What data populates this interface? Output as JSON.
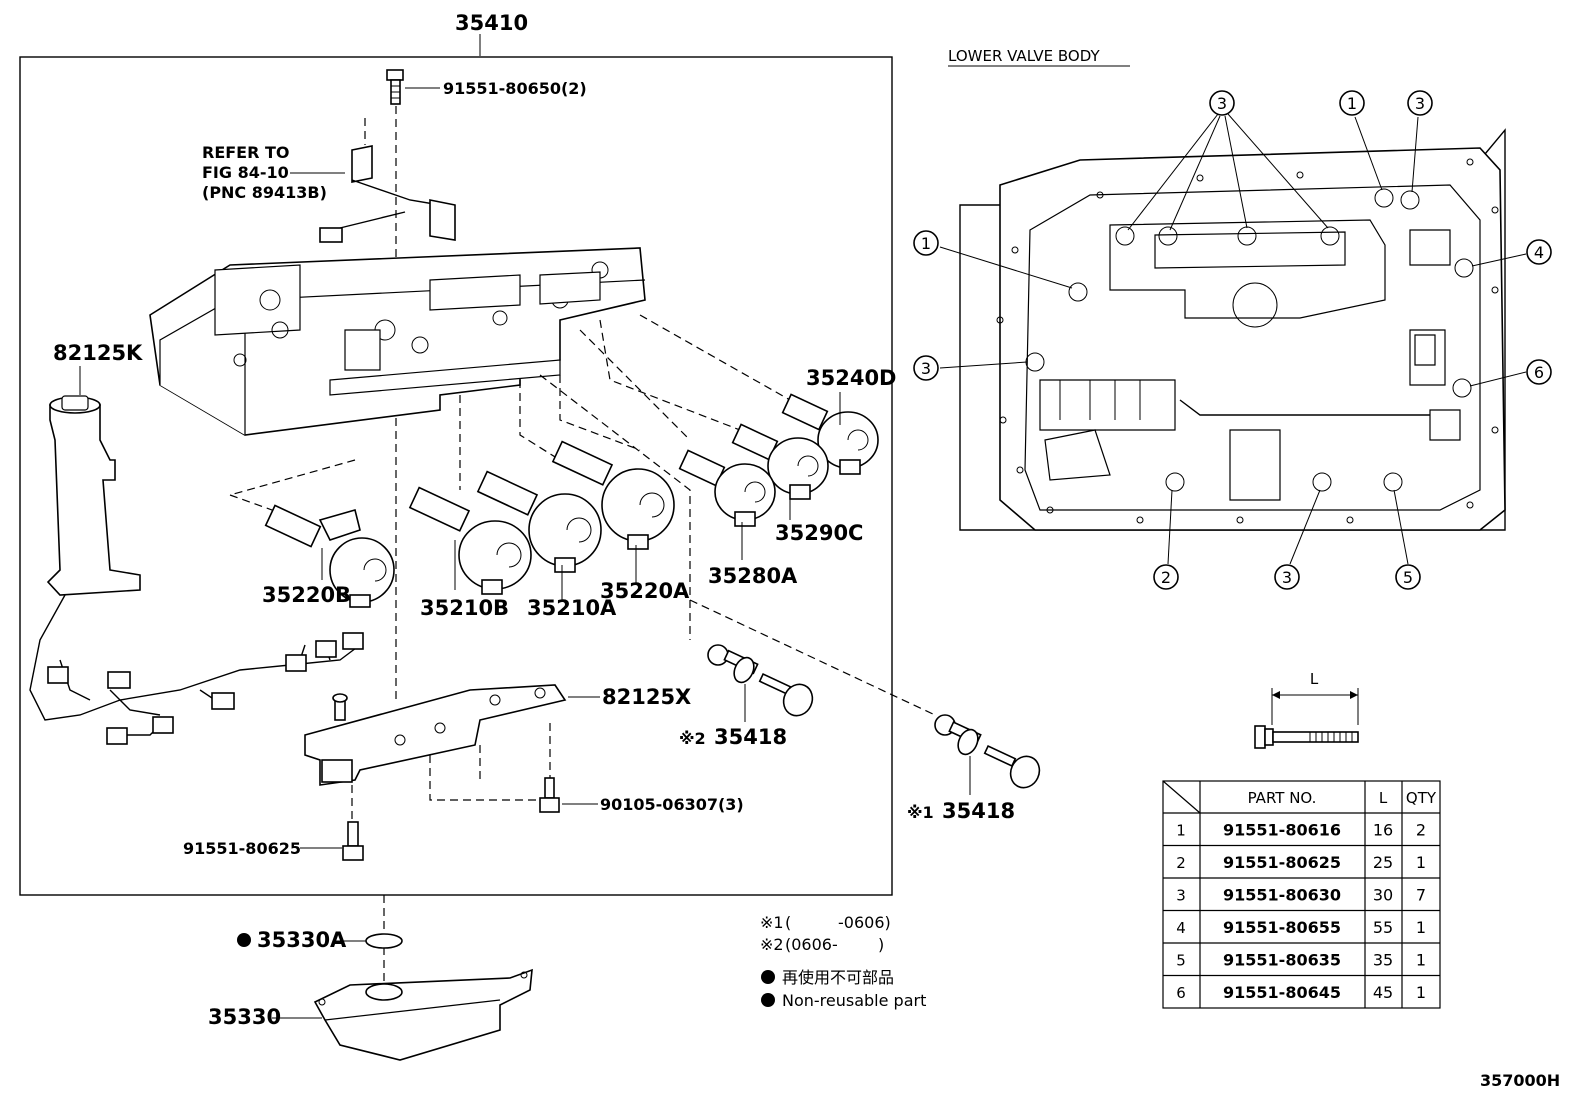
{
  "diagram_id": "357000H",
  "assembly_label": "35410",
  "lower_section_title": "LOWER VALVE BODY",
  "refer_note": {
    "line1": "REFER TO",
    "line2": "FIG 84-10",
    "line3": "(PNC 89413B)"
  },
  "parts": {
    "bolt_top": "91551-80650(2)",
    "harness": "82125K",
    "solenoid_35240D": "35240D",
    "solenoid_35290C": "35290C",
    "solenoid_35280A": "35280A",
    "solenoid_35220A": "35220A",
    "solenoid_35210A": "35210A",
    "solenoid_35210B": "35210B",
    "solenoid_35220B": "35220B",
    "bracket": "82125X",
    "bolt_bracket": "90105-06307(3)",
    "bolt_bottom": "91551-80625",
    "strainer_35418_inner": "35418",
    "strainer_35418_inner_mark": "※2",
    "strainer_35418_outer": "35418",
    "strainer_35418_outer_mark": "※1",
    "oring": "35330A",
    "filter": "35330"
  },
  "notes": {
    "date1_mark": "※1",
    "date1_open": "(",
    "date1_value": "-0606)",
    "date2_mark": "※2",
    "date2_value": "(0606-",
    "date2_close": ")",
    "nonreuse_jp": "再使用不可部品",
    "nonreuse_en": "Non-reusable part"
  },
  "bolt_dim_label": "L",
  "callouts": {
    "c1a": "1",
    "c1b": "1",
    "c2": "2",
    "c3a": "3",
    "c3b": "3",
    "c3c": "3",
    "c3d": "3",
    "c4": "4",
    "c5": "5",
    "c6": "6"
  },
  "bolt_table": {
    "headers": [
      "PART NO.",
      "L",
      "QTY"
    ],
    "rows": [
      {
        "idx": "1",
        "part": "91551-80616",
        "l": "16",
        "qty": "2"
      },
      {
        "idx": "2",
        "part": "91551-80625",
        "l": "25",
        "qty": "1"
      },
      {
        "idx": "3",
        "part": "91551-80630",
        "l": "30",
        "qty": "7"
      },
      {
        "idx": "4",
        "part": "91551-80655",
        "l": "55",
        "qty": "1"
      },
      {
        "idx": "5",
        "part": "91551-80635",
        "l": "35",
        "qty": "1"
      },
      {
        "idx": "6",
        "part": "91551-80645",
        "l": "45",
        "qty": "1"
      }
    ]
  }
}
